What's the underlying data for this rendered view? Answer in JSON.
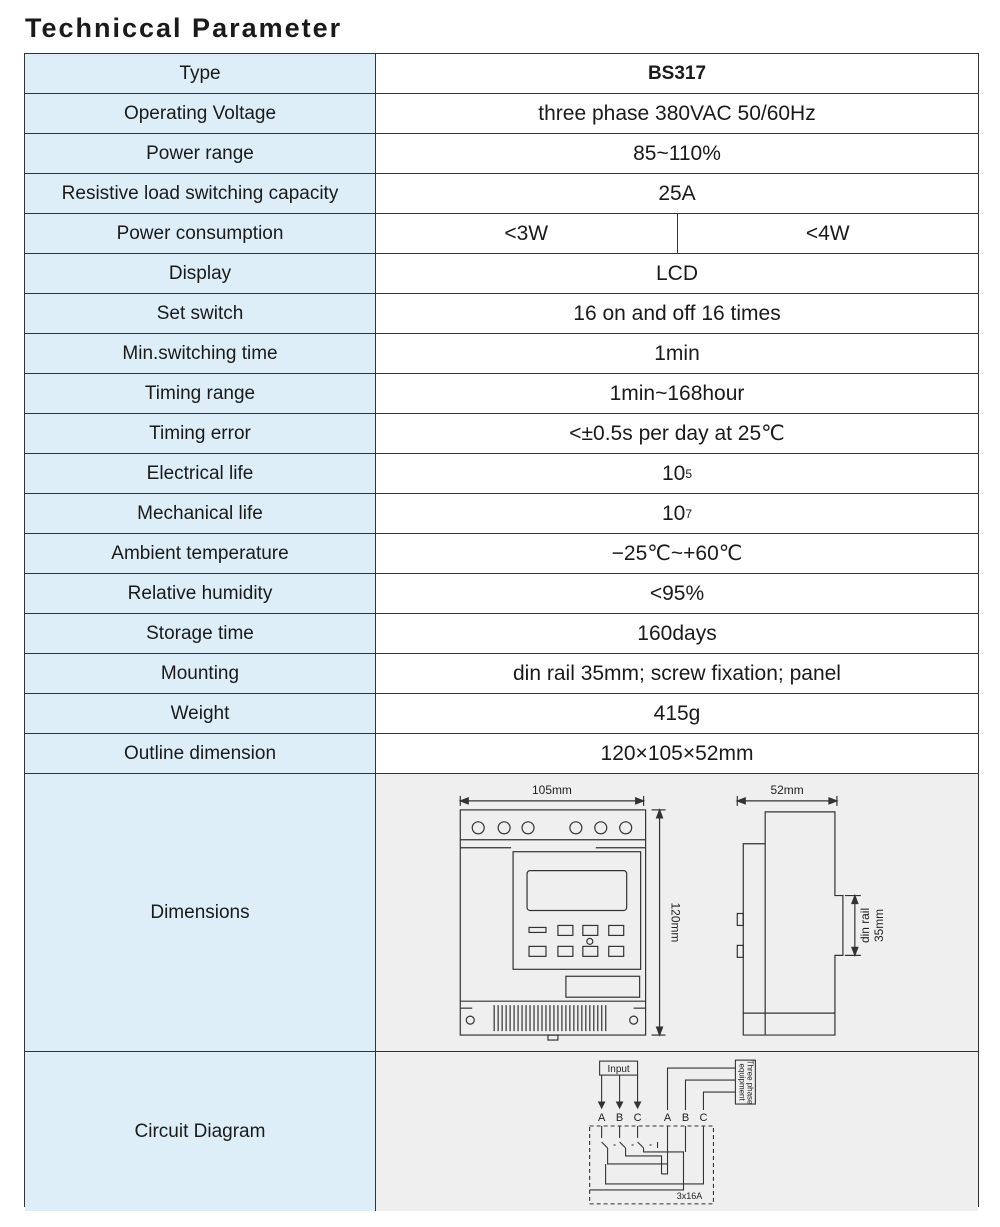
{
  "title": "Techniccal Parameter",
  "rows": [
    {
      "label": "Type",
      "value": "BS317"
    },
    {
      "label": "Operating Voltage",
      "value": "three phase 380VAC 50/60Hz"
    },
    {
      "label": "Power range",
      "value": "85~110%"
    },
    {
      "label": "Resistive load switching capacity",
      "value": "25A"
    },
    {
      "label": "Power consumption",
      "value_a": "<3W",
      "value_b": "<4W"
    },
    {
      "label": "Display",
      "value": "LCD"
    },
    {
      "label": "Set switch",
      "value": "16 on and off 16 times"
    },
    {
      "label": "Min.switching time",
      "value": "1min"
    },
    {
      "label": "Timing range",
      "value": "1min~168hour"
    },
    {
      "label": "Timing error",
      "value": "<±0.5s per day at 25℃"
    },
    {
      "label": "Electrical life",
      "base": "10",
      "exp": "5"
    },
    {
      "label": "Mechanical life",
      "base": "10",
      "exp": "7"
    },
    {
      "label": "Ambient temperature",
      "value": "−25℃~+60℃"
    },
    {
      "label": "Relative humidity",
      "value": "<95%"
    },
    {
      "label": "Storage time",
      "value": "160days"
    },
    {
      "label": "Mounting",
      "value": "din rail 35mm; screw fixation; panel"
    },
    {
      "label": "Weight",
      "value": "415g"
    },
    {
      "label": "Outline dimension",
      "value": "120×105×52mm"
    },
    {
      "label": "Dimensions"
    },
    {
      "label": "Circuit Diagram"
    }
  ],
  "dimensions": {
    "width": "105mm",
    "height": "120mm",
    "depth": "52mm",
    "rail_1": "din rail",
    "rail_2": "35mm"
  },
  "circuit": {
    "input": "Input",
    "equipment_1": "Three phase",
    "equipment_2": "equipment",
    "in_a": "A",
    "in_b": "B",
    "in_c": "C",
    "out_a": "A",
    "out_b": "B",
    "out_c": "C",
    "rating": "3x16A"
  }
}
